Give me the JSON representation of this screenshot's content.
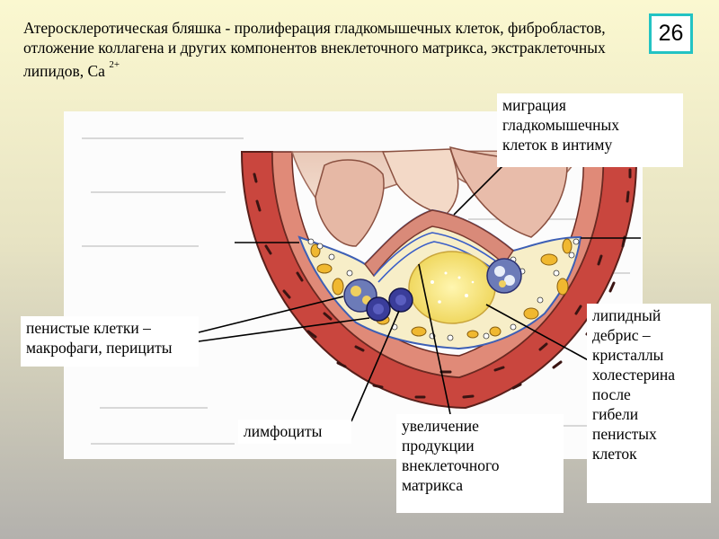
{
  "title": {
    "text": "Атеросклеротическая бляшка - пролиферация гладкомышечных клеток, фибробластов, отложение коллагена и других компонентов внеклеточного матрикса, экстраклеточных липидов, Ca",
    "superscript": "2+"
  },
  "slide_number": "26",
  "labels": {
    "migration": [
      "миграция",
      "гладкомышечных",
      "клеток в интиму"
    ],
    "foam_cells": [
      "пенистые клетки –",
      "макрофаги, перициты"
    ],
    "lymphocytes": "лимфоциты",
    "matrix": [
      "увеличение",
      "продукции",
      "внеклеточного",
      "матрикса"
    ],
    "lipid_debris": [
      "липидный",
      "дебрис –",
      "кристаллы",
      "холестерина",
      "после",
      "гибели",
      "пенистых",
      "клеток"
    ]
  },
  "colors": {
    "accent_border": "#23c3c3",
    "muscle": "#c4413a",
    "plaque_core": "#f2e27a",
    "lymphocyte": "#3a3d9a"
  }
}
